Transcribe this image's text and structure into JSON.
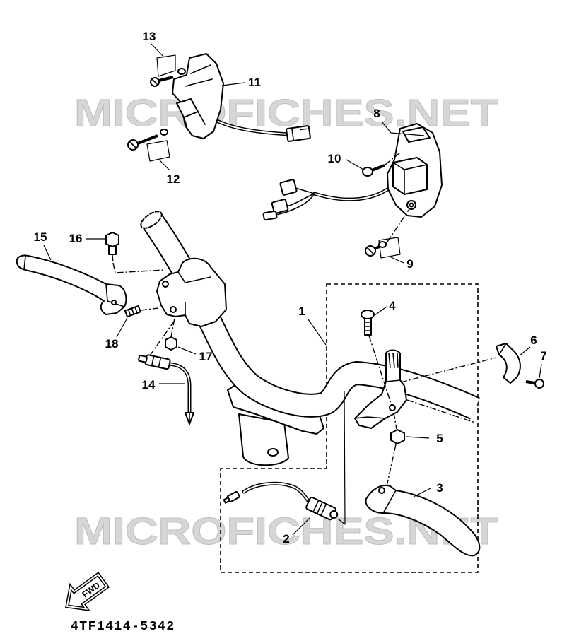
{
  "watermarks": [
    "MICROFICHES.NET",
    "MICROFICHES.NET"
  ],
  "part_numbers": [
    "1",
    "2",
    "3",
    "4",
    "5",
    "6",
    "7",
    "8",
    "9",
    "10",
    "11",
    "12",
    "13",
    "14",
    "15",
    "16",
    "17",
    "18"
  ],
  "fwd_label": "FWD",
  "diagram_code": "4TF1414-5342"
}
